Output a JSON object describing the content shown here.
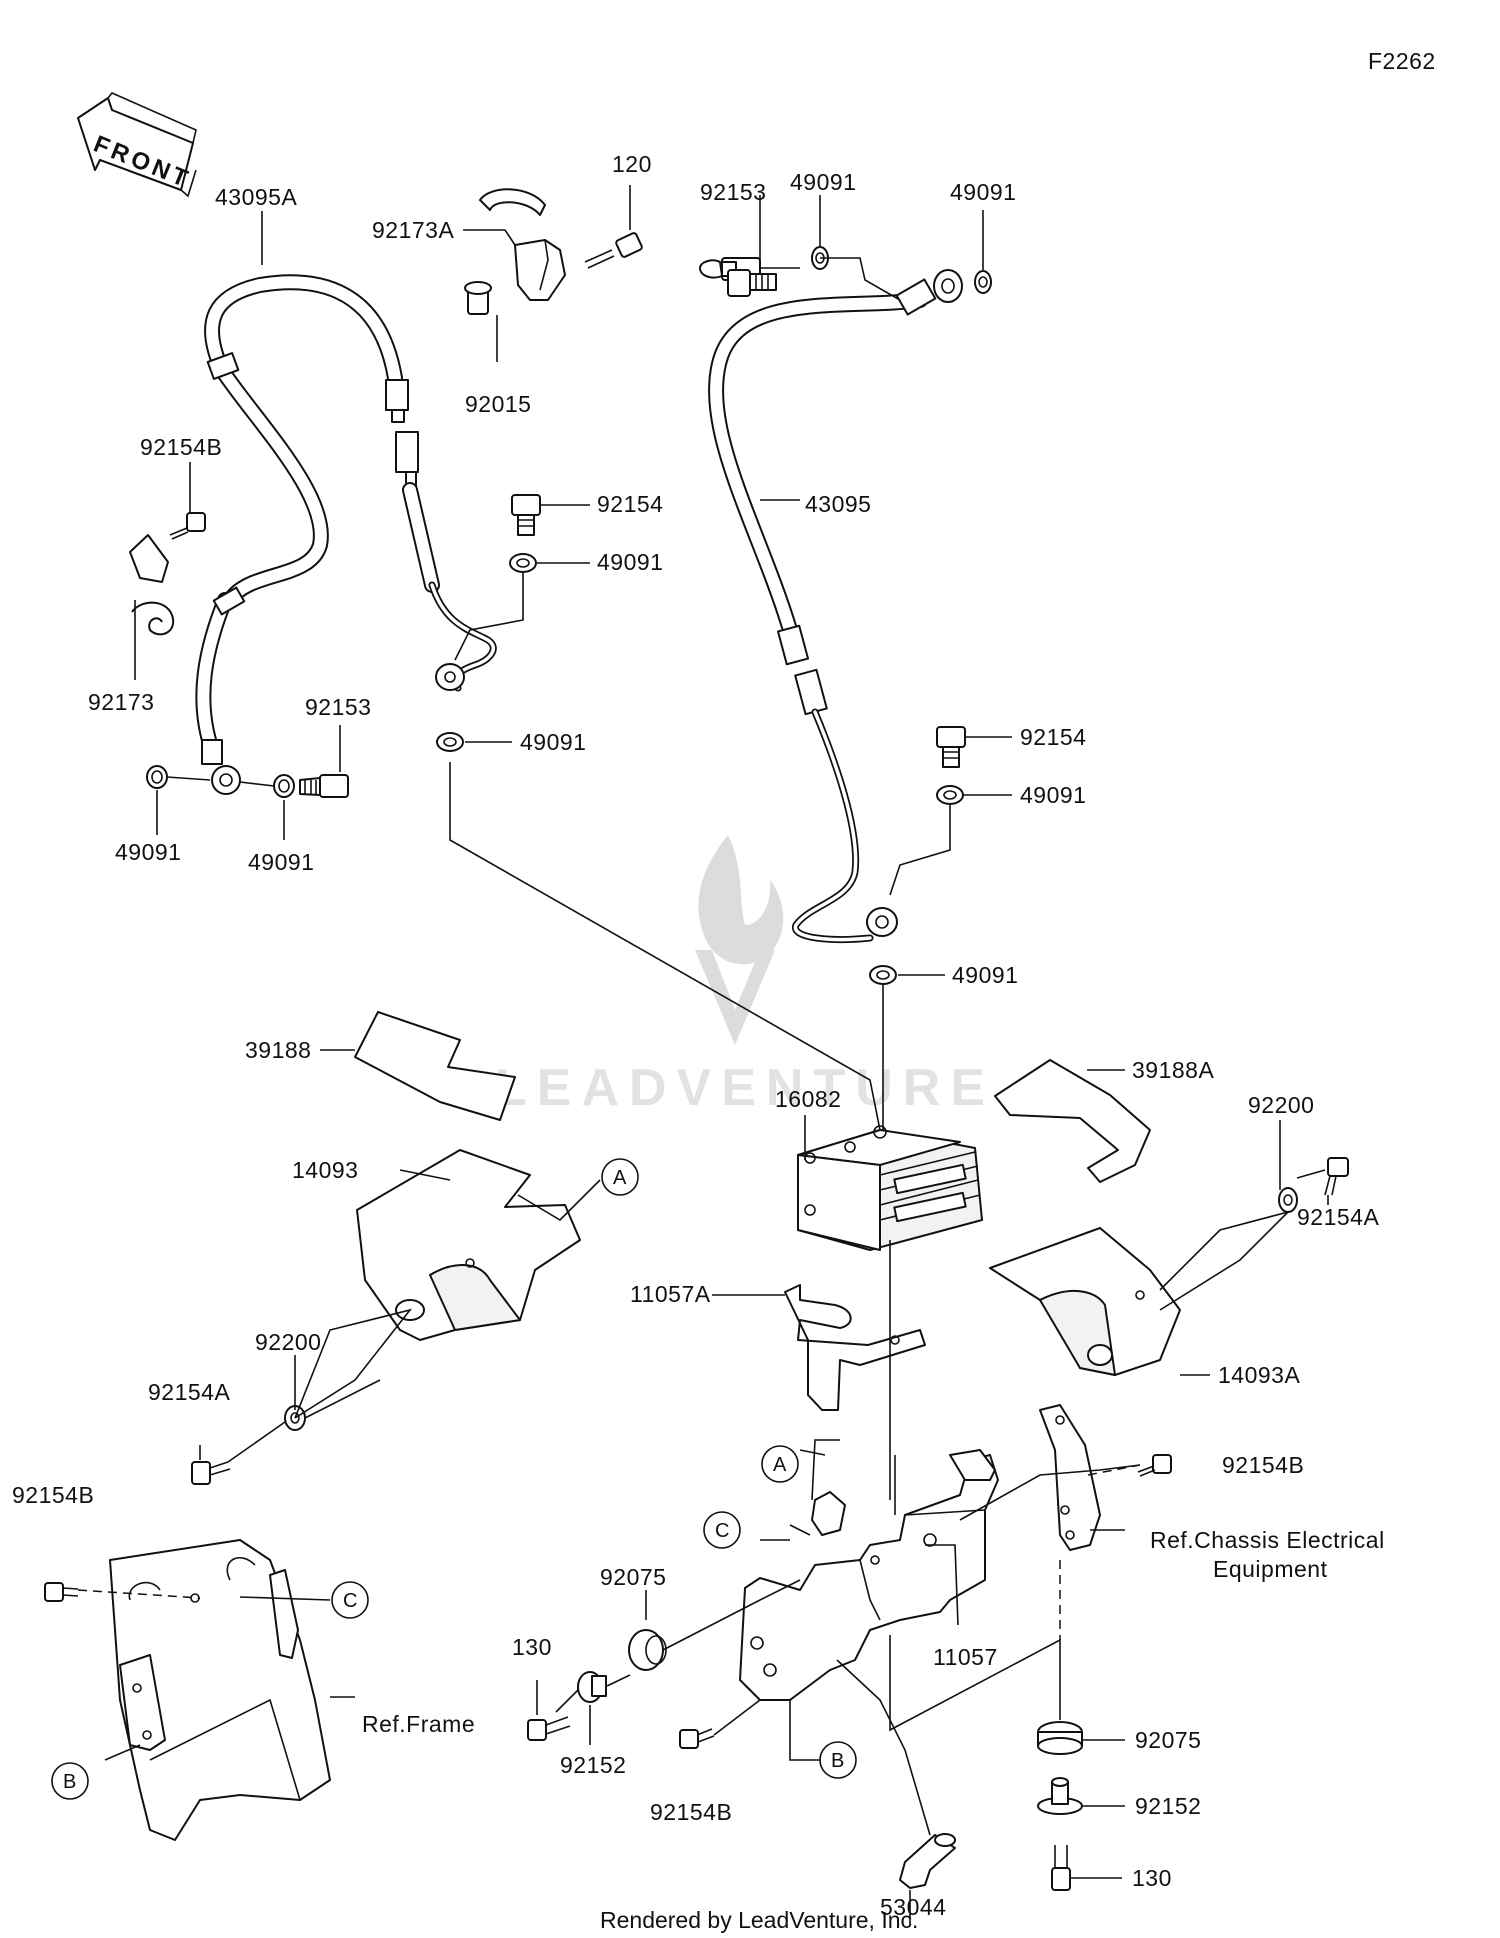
{
  "diagram_code": "F2262",
  "front_label": "FRONT",
  "footer": "Rendered by LeadVenture, Inc.",
  "watermark": "LEADVENTURE",
  "callouts": {
    "c43095A": "43095A",
    "c92173A": "92173A",
    "c120": "120",
    "c92015": "92015",
    "c92153_top": "92153",
    "c49091_top1": "49091",
    "c49091_top2": "49091",
    "c92154B_left": "92154B",
    "c92173": "92173",
    "c92154_a": "92154",
    "c49091_a": "49091",
    "c43095": "43095",
    "c49091_b": "49091",
    "c92153_left": "92153",
    "c49091_left1": "49091",
    "c49091_left2": "49091",
    "c92154_b": "92154",
    "c49091_c": "49091",
    "c49091_d": "49091",
    "c39188": "39188",
    "c16082": "16082",
    "c39188A": "39188A",
    "c92200_right": "92200",
    "c14093": "14093",
    "c92154A_right": "92154A",
    "c14093A": "14093A",
    "c92200_left": "92200",
    "c11057A": "11057A",
    "c92154A_left": "92154A",
    "c92154B_r": "92154B",
    "c92154B_far": "92154B",
    "c92075_a": "92075",
    "c130_a": "130",
    "c11057": "11057",
    "c92152_a": "92152",
    "c92154B_b": "92154B",
    "c92075_b": "92075",
    "c92152_b": "92152",
    "c130_b": "130",
    "c53044": "53044",
    "ref_frame": "Ref.Frame",
    "ref_chassis_1": "Ref.Chassis Electrical",
    "ref_chassis_2": "Equipment"
  },
  "markers": {
    "A1": "A",
    "A2": "A",
    "B1": "B",
    "B2": "B",
    "C1": "C",
    "C2": "C"
  }
}
